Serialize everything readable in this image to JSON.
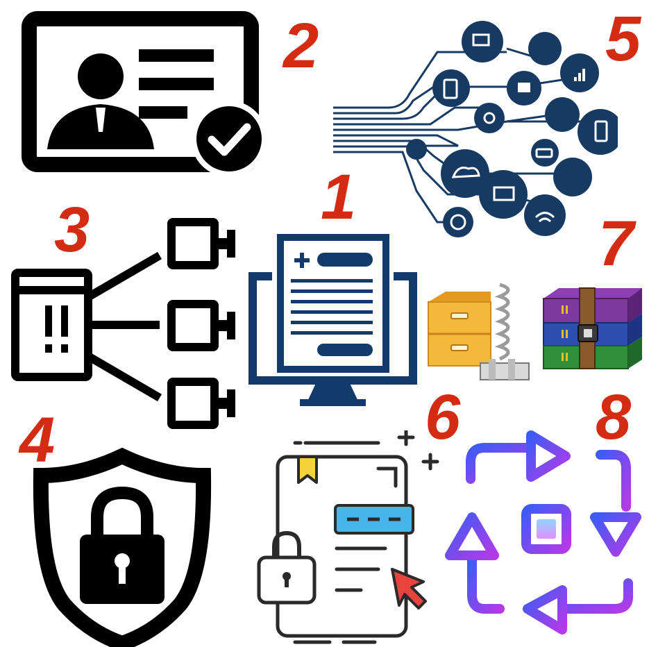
{
  "numbers": {
    "n1": "1",
    "n2": "2",
    "n3": "3",
    "n4": "4",
    "n5": "5",
    "n6": "6",
    "n7": "7",
    "n8": "8"
  },
  "colors": {
    "number": "#d42c12",
    "black": "#000000",
    "navy": "#123a6b",
    "network_dark": "#173a63",
    "folder": "#f2b33a",
    "winrar_purple": "#7d3a9c",
    "winrar_blue": "#2c4fb0",
    "winrar_green": "#2f8f3a",
    "doc_blue": "#45b5ea",
    "bookmark": "#f6d23a",
    "cursor": "#e8433c",
    "cycle_start": "#3d5cf5",
    "cycle_end": "#b43ae8"
  },
  "icons": [
    "monitor-document-icon",
    "id-card-verified-icon",
    "network-hub-icon",
    "shield-lock-icon",
    "connected-devices-icon",
    "secure-document-icon",
    "zip-compression-icon",
    "winrar-archive-icon",
    "cycle-arrows-icon"
  ]
}
